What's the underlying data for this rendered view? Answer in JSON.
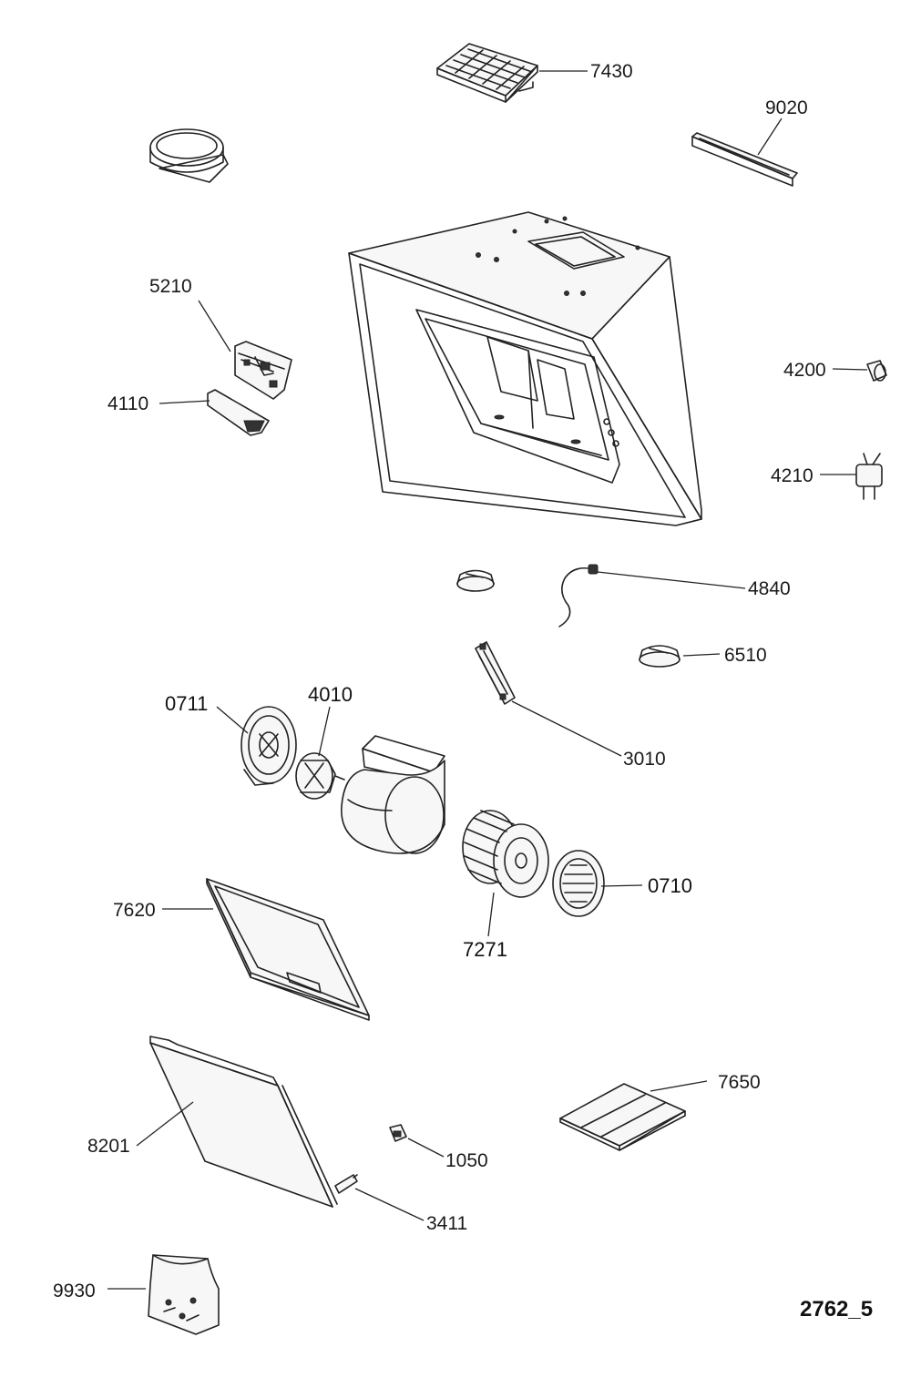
{
  "labels": {
    "p7430": "7430",
    "p9020": "9020",
    "p5210": "5210",
    "p4110": "4110",
    "p4200": "4200",
    "p4210": "4210",
    "p4840": "4840",
    "p6510": "6510",
    "p0711": "0711",
    "p4010": "4010",
    "p3010": "3010",
    "p7620": "7620",
    "p0710": "0710",
    "p7271": "7271",
    "p7650": "7650",
    "p8201": "8201",
    "p1050": "1050",
    "p3411": "3411",
    "p9930": "9930"
  },
  "drawing_code": "2762_5",
  "colors": {
    "line": "#222222",
    "background": "#ffffff"
  }
}
